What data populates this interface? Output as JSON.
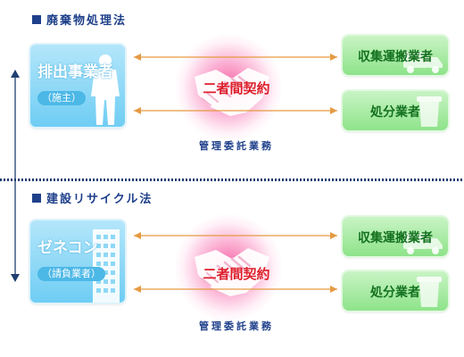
{
  "sections": [
    {
      "title": "廃棄物処理法",
      "left": {
        "title": "排出事業者",
        "sub": "（施主）"
      },
      "middle": "二者間契約",
      "right_top": "収集運搬業者",
      "right_bottom": "処分業者",
      "management": "管理委託業務"
    },
    {
      "title": "建設リサイクル法",
      "left": {
        "title": "ゼネコン",
        "sub": "（請負業者）"
      },
      "middle": "二者間契約",
      "right_top": "収集運搬業者",
      "right_bottom": "処分業者",
      "management": "管理委託業務"
    }
  ],
  "colors": {
    "section_title": "#1e3f8a",
    "left_box": "#7fd3f5",
    "right_box": "#a4ea9f",
    "right_text": "#14721f",
    "contract_text": "#dd1f2a",
    "arrow": "#e69a42",
    "vertical_arrow": "#1f3f70"
  },
  "icons": [
    "person-icon",
    "building-icon",
    "handshake-icon",
    "truck-icon",
    "trash-bin-icon"
  ]
}
